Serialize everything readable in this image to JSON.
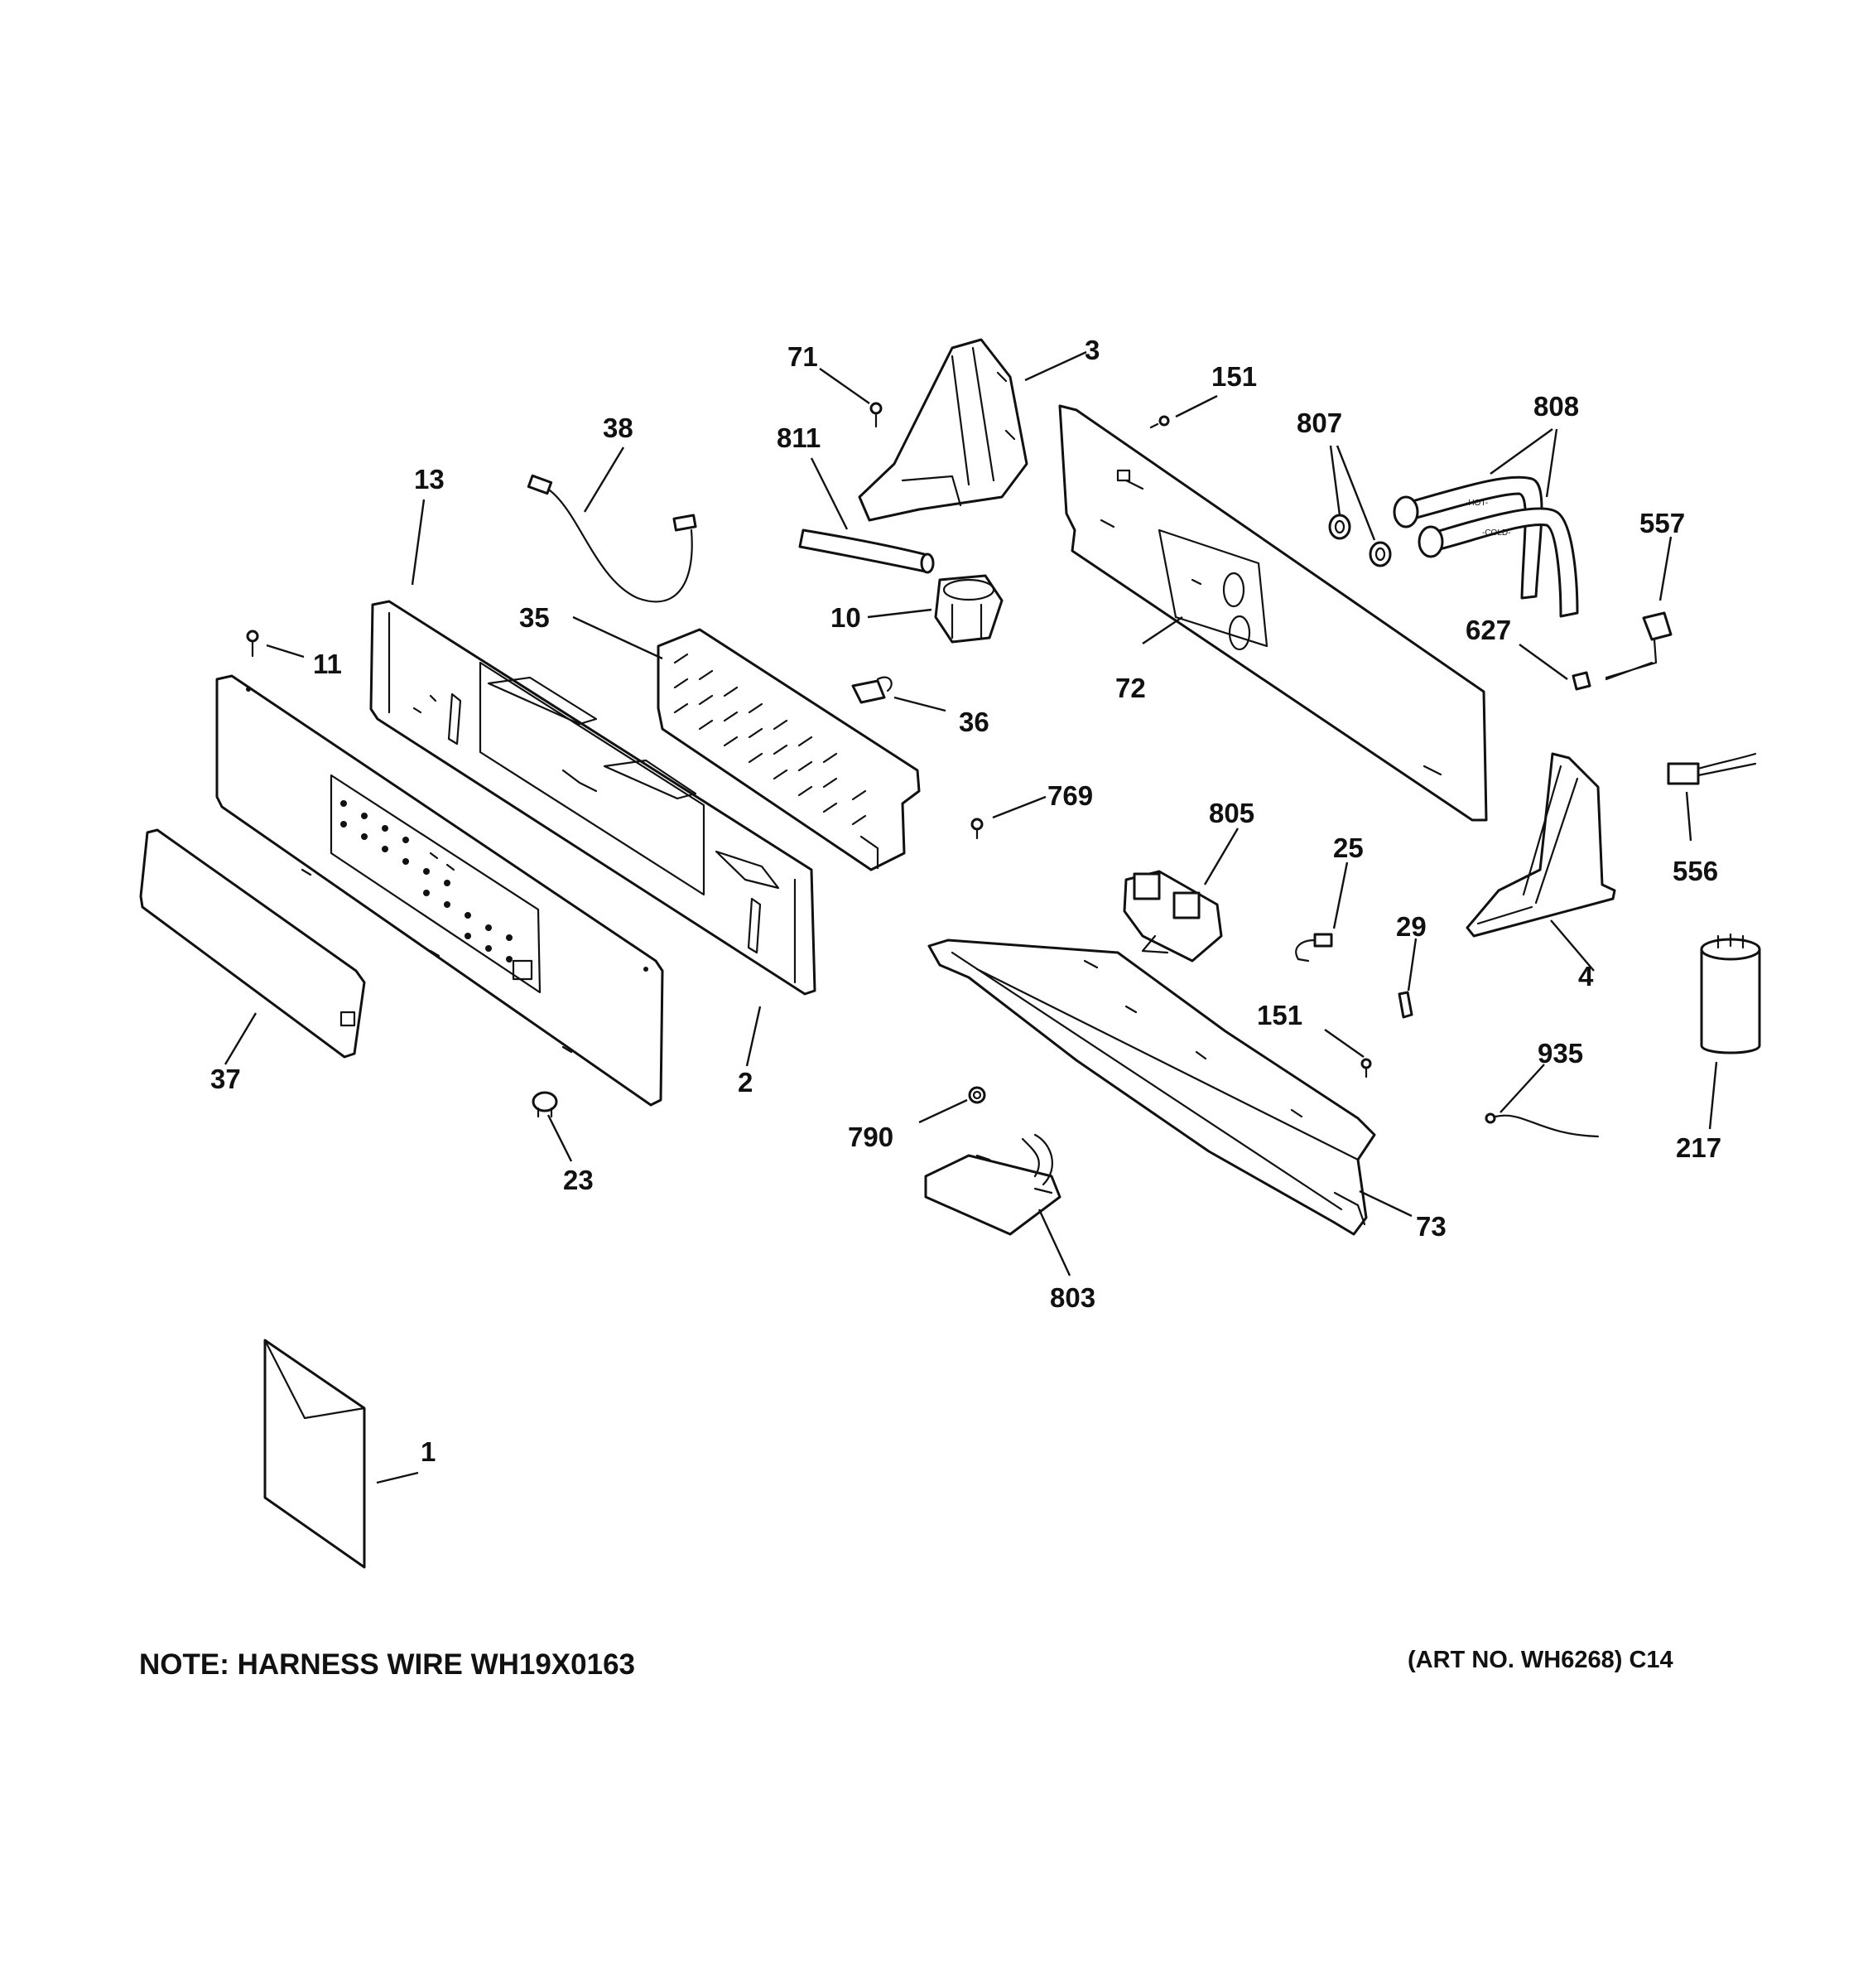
{
  "callouts": {
    "c71": "71",
    "c3": "3",
    "c151a": "151",
    "c807": "807",
    "c808": "808",
    "c38": "38",
    "c811": "811",
    "c13": "13",
    "c557": "557",
    "c35": "35",
    "c10": "10",
    "c627": "627",
    "c72": "72",
    "c11": "11",
    "c36": "36",
    "c769": "769",
    "c805": "805",
    "c25": "25",
    "c556": "556",
    "c29": "29",
    "c4": "4",
    "c151b": "151",
    "c935": "935",
    "c37": "37",
    "c2": "2",
    "c790": "790",
    "c217": "217",
    "c23": "23",
    "c73": "73",
    "c803": "803",
    "c1": "1"
  },
  "notes": {
    "harness": "NOTE: HARNESS WIRE WH19X0163",
    "art_number": "(ART NO. WH6268) C14"
  }
}
